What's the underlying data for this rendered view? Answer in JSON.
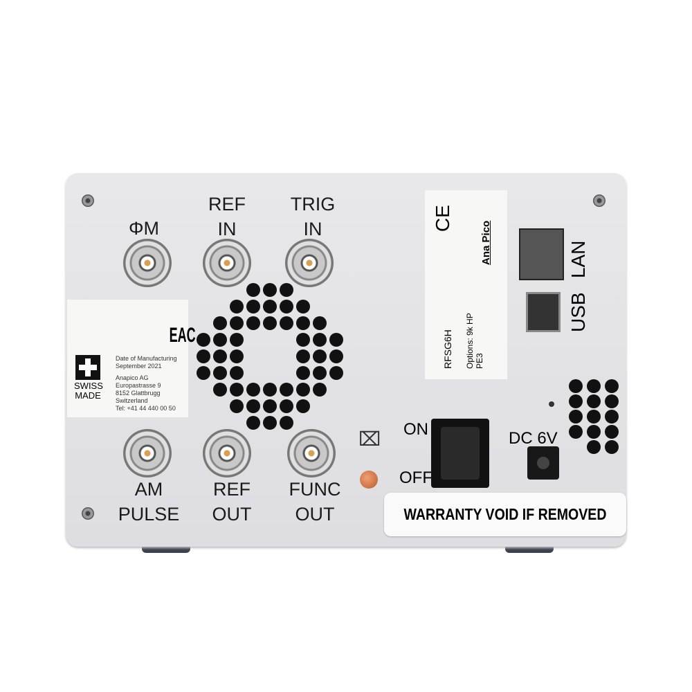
{
  "connectors": {
    "phi_m": "ΦM",
    "ref_in": [
      "REF",
      "IN"
    ],
    "trig_in": [
      "TRIG",
      "IN"
    ],
    "am_pulse": [
      "AM",
      "PULSE"
    ],
    "ref_out": [
      "REF",
      "OUT"
    ],
    "func_out": [
      "FUNC",
      "OUT"
    ]
  },
  "label_left": {
    "eac": "EAC",
    "swiss": "SWISS",
    "made": "MADE",
    "date_title": "Date of Manufacturing",
    "date": "September 2021",
    "address": [
      "Anapico AG",
      "Europastrasse 9",
      "8152 Glattbrugg",
      "Switzerland",
      "Tel: +41 44 440 00 50"
    ]
  },
  "label_right": {
    "ce": "CE",
    "brand_ana": "Ana",
    "brand_pico": "Pico",
    "model": "RFSG6H",
    "options": "Options: 9k HP",
    "options2": "PE3"
  },
  "ports": {
    "lan": "LAN",
    "usb": "USB",
    "dc": "DC 6V"
  },
  "switch": {
    "on": "ON",
    "off": "OFF"
  },
  "warranty": "WARRANTY VOID IF REMOVED"
}
